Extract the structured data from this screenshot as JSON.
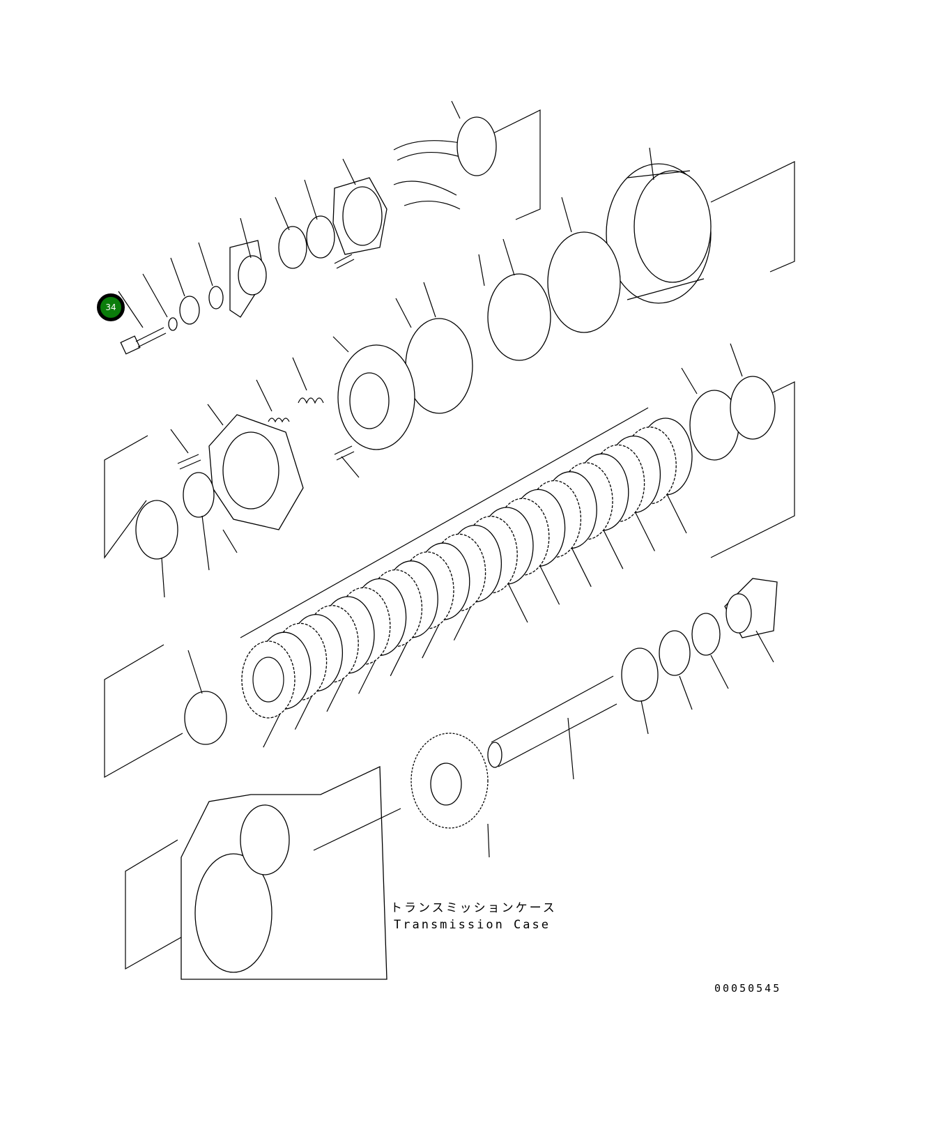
{
  "diagram": {
    "callout": {
      "number": "34",
      "color": "#0b7d0b"
    },
    "case_label_jp": "トランスミッションケース",
    "case_label_en": "Transmission Case",
    "drawing_number": "00050545"
  }
}
